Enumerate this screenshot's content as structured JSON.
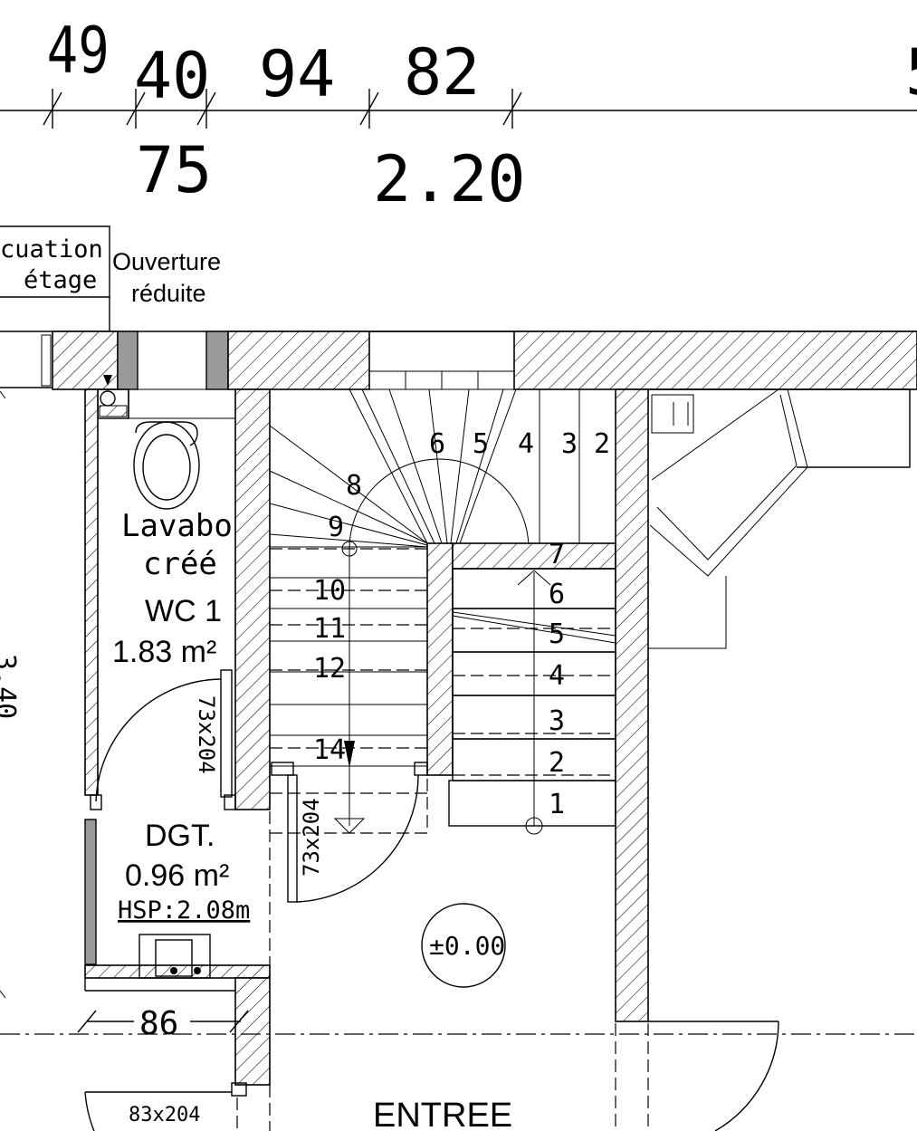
{
  "dimensions": {
    "top": [
      "49",
      "40",
      "94",
      "82"
    ],
    "bottom": [
      "75",
      "2.20"
    ],
    "partial_right": "5",
    "wc_width": "86"
  },
  "labels": {
    "evacuation_line1": "cuation",
    "evacuation_line2": "étage",
    "opening_line1": "Ouverture",
    "opening_line2": "réduite",
    "lavabo_line1": "Lavabo",
    "lavabo_line2": "créé",
    "wc_name": "WC 1",
    "wc_area": "1.83 m²",
    "dgt_name": "DGT.",
    "dgt_area": "0.96 m²",
    "dgt_height": "HSP:2.08m",
    "level": "±0.00",
    "entrance": "ENTREE",
    "side_partial": "3.40"
  },
  "doors": {
    "wc": "73x204",
    "stair": "73x204",
    "entry": "83x204"
  },
  "stair_steps": {
    "upper": [
      "6",
      "5",
      "4",
      "3",
      "2"
    ],
    "winders": [
      "8",
      "9"
    ],
    "left_flight": [
      "10",
      "11",
      "12",
      "14"
    ],
    "right_flight": [
      "7",
      "6",
      "5",
      "4",
      "3",
      "2",
      "1"
    ]
  }
}
